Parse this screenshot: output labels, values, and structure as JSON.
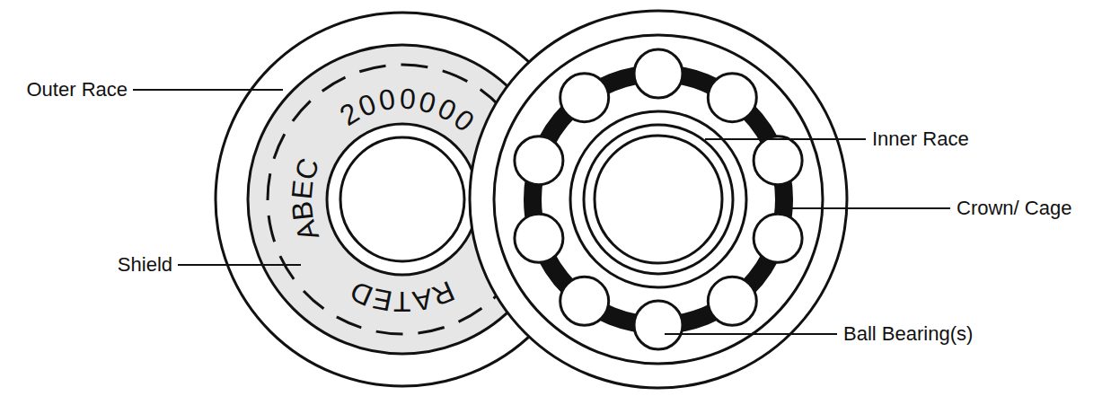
{
  "diagram": {
    "labels": [
      "Outer Race",
      "2000000",
      "ABEC",
      "RATED",
      "Shield",
      "Inner Race",
      "Crown/ Cage",
      "Ball Bearing(s)"
    ]
  }
}
